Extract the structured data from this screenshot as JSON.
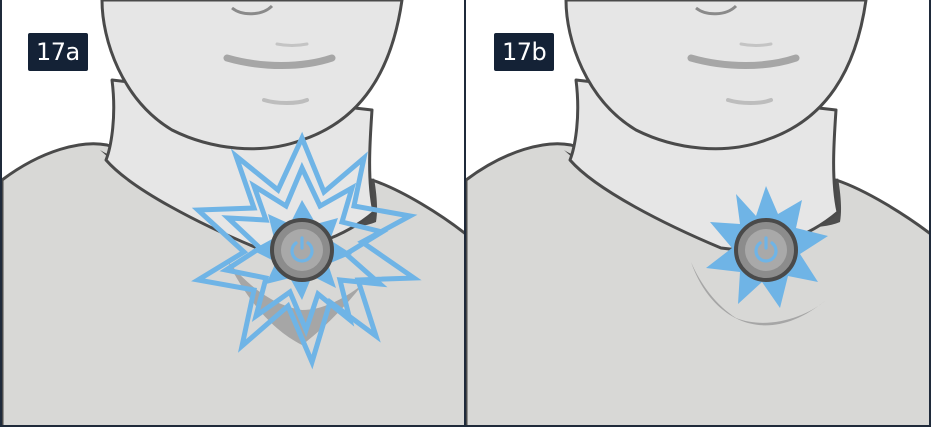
{
  "panels": [
    {
      "label": "17a",
      "state": "strong-pulse"
    },
    {
      "label": "17b",
      "state": "weak-pulse"
    }
  ],
  "colors": {
    "frame": "#1f2a3a",
    "label_bg": "#142236",
    "label_text": "#ffffff",
    "skin": "#e6e6e6",
    "shirt": "#d8d8d6",
    "outline": "#4a4a4a",
    "shadow": "#a6a6a6",
    "collar_dark": "#4d4d4d",
    "pulse_blue": "#6fb4e6",
    "pulse_outline": "#5aa4dc",
    "device_ring": "#8c8c8c",
    "device_face": "#a9a9a9",
    "power_symbol": "#6fb4e6"
  },
  "icons": [
    "power-icon",
    "pulse-burst-icon"
  ]
}
